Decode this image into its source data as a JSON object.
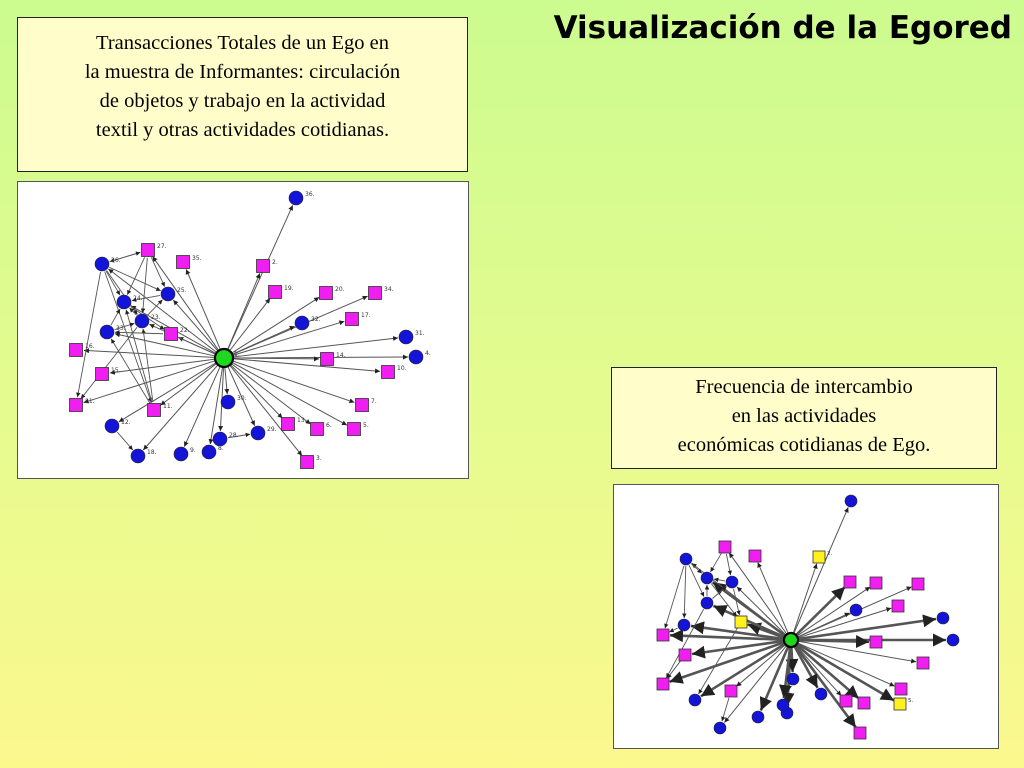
{
  "title": "Visualización de la Egored",
  "caption_top": "Transacciones Totales de un Ego en\nla muestra de Informantes: circulación\nde objetos y trabajo en la actividad\ntextil y otras actividades cotidianas.",
  "caption_bottom": "Frecuencia de intercambio\nen las actividades\neconómicas cotidianas de Ego.",
  "colors": {
    "ego": "#1ed81e",
    "circle_node": "#1414d8",
    "square_node": "#f01ef0",
    "square_highlight": "#fff020",
    "edge": "#555555"
  },
  "network_total": {
    "nodes": [
      {
        "id": "36.",
        "shape": "circle"
      },
      {
        "id": "2.",
        "shape": "square"
      },
      {
        "id": "19.",
        "shape": "square"
      },
      {
        "id": "20.",
        "shape": "square"
      },
      {
        "id": "34.",
        "shape": "square"
      },
      {
        "id": "32.",
        "shape": "circle"
      },
      {
        "id": "17.",
        "shape": "square"
      },
      {
        "id": "31.",
        "shape": "circle"
      },
      {
        "id": "4.",
        "shape": "circle"
      },
      {
        "id": "14.",
        "shape": "square"
      },
      {
        "id": "10.",
        "shape": "square"
      },
      {
        "id": "7.",
        "shape": "square"
      },
      {
        "id": "5.",
        "shape": "square"
      },
      {
        "id": "6.",
        "shape": "square"
      },
      {
        "id": "13.",
        "shape": "square"
      },
      {
        "id": "3.",
        "shape": "square"
      },
      {
        "id": "29.",
        "shape": "circle"
      },
      {
        "id": "28.",
        "shape": "circle"
      },
      {
        "id": "30.",
        "shape": "circle"
      },
      {
        "id": "8.",
        "shape": "circle"
      },
      {
        "id": "9.",
        "shape": "circle"
      },
      {
        "id": "18.",
        "shape": "circle"
      },
      {
        "id": "12.",
        "shape": "circle"
      },
      {
        "id": "11.",
        "shape": "square"
      },
      {
        "id": "21.",
        "shape": "square"
      },
      {
        "id": "15.",
        "shape": "square"
      },
      {
        "id": "16.",
        "shape": "square"
      },
      {
        "id": "33.",
        "shape": "circle"
      },
      {
        "id": "22.",
        "shape": "square"
      },
      {
        "id": "23.",
        "shape": "circle"
      },
      {
        "id": "24.",
        "shape": "circle"
      },
      {
        "id": "25.",
        "shape": "circle"
      },
      {
        "id": "26.",
        "shape": "circle"
      },
      {
        "id": "27.",
        "shape": "square"
      },
      {
        "id": "35.",
        "shape": "square"
      },
      {
        "id": "1.",
        "shape": "square"
      }
    ]
  },
  "network_frequency": {
    "nodes": [
      {
        "id": "",
        "shape": "circle"
      },
      {
        "id": "2.",
        "shape": "square",
        "highlight": true
      },
      {
        "id": "",
        "shape": "square"
      },
      {
        "id": "",
        "shape": "square"
      },
      {
        "id": "",
        "shape": "square"
      },
      {
        "id": "",
        "shape": "circle"
      },
      {
        "id": "",
        "shape": "square"
      },
      {
        "id": "",
        "shape": "circle"
      },
      {
        "id": "",
        "shape": "circle"
      },
      {
        "id": "",
        "shape": "square"
      },
      {
        "id": "",
        "shape": "square"
      },
      {
        "id": "",
        "shape": "square"
      },
      {
        "id": "5.",
        "shape": "square",
        "highlight": true
      },
      {
        "id": "",
        "shape": "square"
      },
      {
        "id": "",
        "shape": "square"
      },
      {
        "id": "",
        "shape": "square"
      },
      {
        "id": "",
        "shape": "circle"
      },
      {
        "id": "",
        "shape": "circle"
      },
      {
        "id": "",
        "shape": "circle"
      },
      {
        "id": "",
        "shape": "circle"
      },
      {
        "id": "",
        "shape": "circle"
      },
      {
        "id": "",
        "shape": "circle"
      },
      {
        "id": "",
        "shape": "circle"
      },
      {
        "id": "",
        "shape": "square"
      },
      {
        "id": "",
        "shape": "square"
      },
      {
        "id": "",
        "shape": "square"
      },
      {
        "id": "",
        "shape": "square"
      },
      {
        "id": "",
        "shape": "circle"
      },
      {
        "id": "",
        "shape": "square",
        "highlight": true
      },
      {
        "id": "",
        "shape": "circle"
      },
      {
        "id": "",
        "shape": "circle"
      },
      {
        "id": "",
        "shape": "circle"
      },
      {
        "id": "",
        "shape": "circle"
      },
      {
        "id": "",
        "shape": "square"
      },
      {
        "id": "",
        "shape": "square"
      }
    ]
  }
}
